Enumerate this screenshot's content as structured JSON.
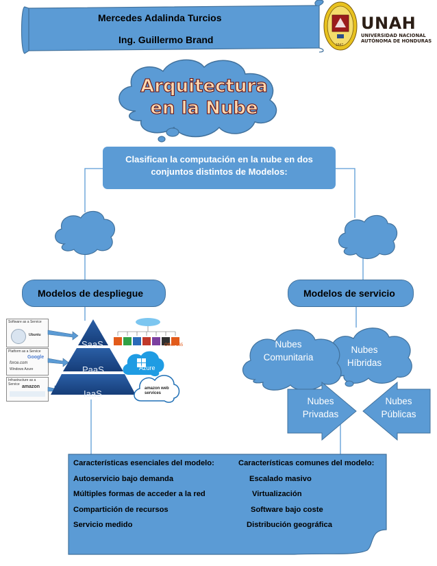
{
  "header": {
    "author": "Mercedes Adalinda Turcios",
    "teacher": "Ing. Guillermo Brand"
  },
  "logo": {
    "name": "UNAH",
    "subtitle_line1": "UNIVERSIDAD NACIONAL",
    "subtitle_line2": "AUTÓNOMA DE HONDURAS",
    "seal_year": "1847"
  },
  "title": {
    "line1": "Arquitectura",
    "line2": "en la Nube"
  },
  "intro": {
    "text_line1": "Clasifican la computación en la nube en dos",
    "text_line2": "conjuntos distintos de Modelos:"
  },
  "branches": {
    "left_label": "Modelos de despliegue",
    "right_label": "Modelos de servicio"
  },
  "pyramid": {
    "levels": [
      "SaaS",
      "PaaS",
      "IaaS"
    ],
    "side_labels": [
      "Software as a Service",
      "Platform as a Service",
      "Infrastructure as a Service"
    ],
    "side_logos": [
      "Ubuntu",
      "Google",
      "force.com",
      "Windows Azure",
      "amazon"
    ],
    "right_logos": [
      "Office 365",
      "Azure",
      "amazon web services"
    ]
  },
  "cloud_types": {
    "comunitaria": "Nubes\nComunitaria",
    "hibridas": "Nubes\nHíbridas",
    "privadas": "Nubes\nPrivadas",
    "publicas": "Nubes\nPúblicas"
  },
  "features": {
    "left_header": "Características esenciales del modelo:",
    "left_items": [
      "Autoservicio bajo demanda",
      "Múltiples formas de acceder a la red",
      "Compartición de recursos",
      "Servicio medido"
    ],
    "right_header": "Características comunes del modelo:",
    "right_items": [
      "Escalado masivo",
      "Virtualización",
      "Software bajo coste",
      "Distribución geográfica"
    ]
  },
  "colors": {
    "box_blue": "#5b9bd5",
    "box_border": "#41719c",
    "title_fill": "#fdd9b0",
    "title_stroke": "#6a0f0f",
    "unah_brown": "#2b1e16",
    "seal_yellow": "#e8c21e"
  }
}
